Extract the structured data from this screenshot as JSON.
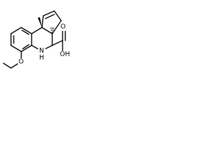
{
  "molecule": {
    "atoms": {
      "nh": "N",
      "nh_h": "H",
      "ester_o": "O",
      "carbonyl_o": "O",
      "hydroxyl": "OH"
    }
  }
}
